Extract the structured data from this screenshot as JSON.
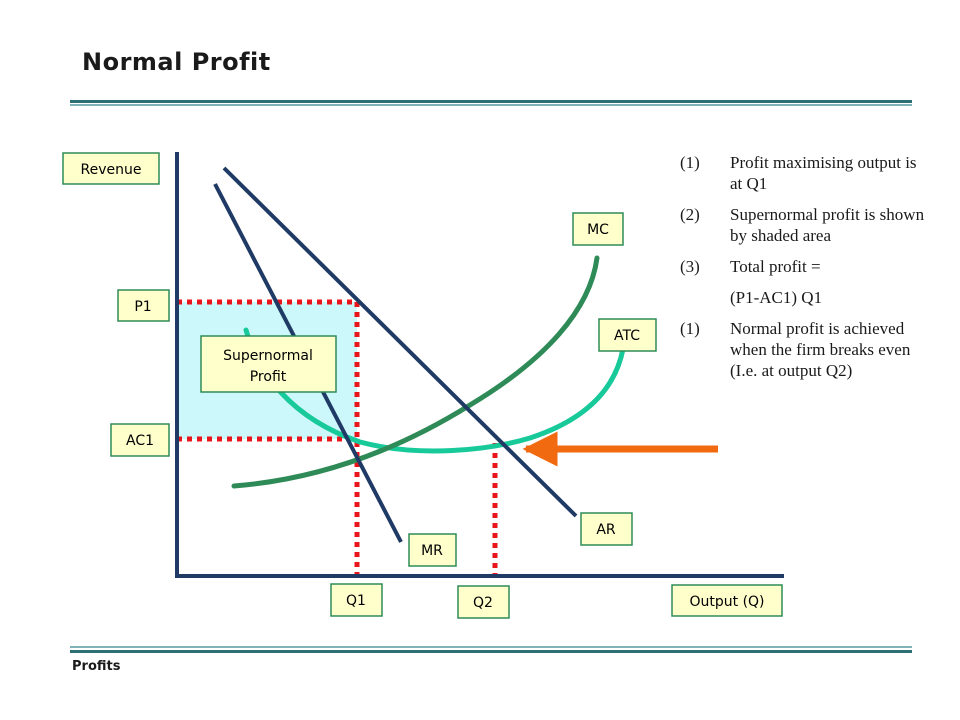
{
  "title": "Normal Profit",
  "footer": "Profits",
  "labels": {
    "revenue": "Revenue",
    "p1": "P1",
    "ac1": "AC1",
    "q1": "Q1",
    "q2": "Q2",
    "output": "Output (Q)",
    "mc": "MC",
    "atc": "ATC",
    "ar": "AR",
    "mr": "MR",
    "supernormal_line1": "Supernormal",
    "supernormal_line2": "Profit"
  },
  "notes": [
    {
      "num": "(1)",
      "text": "Profit maximising output is at Q1"
    },
    {
      "num": "(2)",
      "text": "Supernormal profit is shown by shaded area"
    },
    {
      "num": "(3)",
      "text": "Total profit ="
    },
    {
      "num": "",
      "text": "(P1-AC1) Q1"
    },
    {
      "num": "(1)",
      "text": "Normal profit is achieved when the firm breaks even (I.e. at output Q2)"
    }
  ],
  "colors": {
    "axis": "#1f3a64",
    "demand": "#1f3a64",
    "mc": "#2e8b57",
    "atc": "#18c99a",
    "shaded": "#ccf7fb",
    "dotted": "#e8151b",
    "arrow": "#f26a0f",
    "label_fill": "#ffffcc",
    "label_stroke": "#2e8b57",
    "rule": "#2e6f73"
  }
}
